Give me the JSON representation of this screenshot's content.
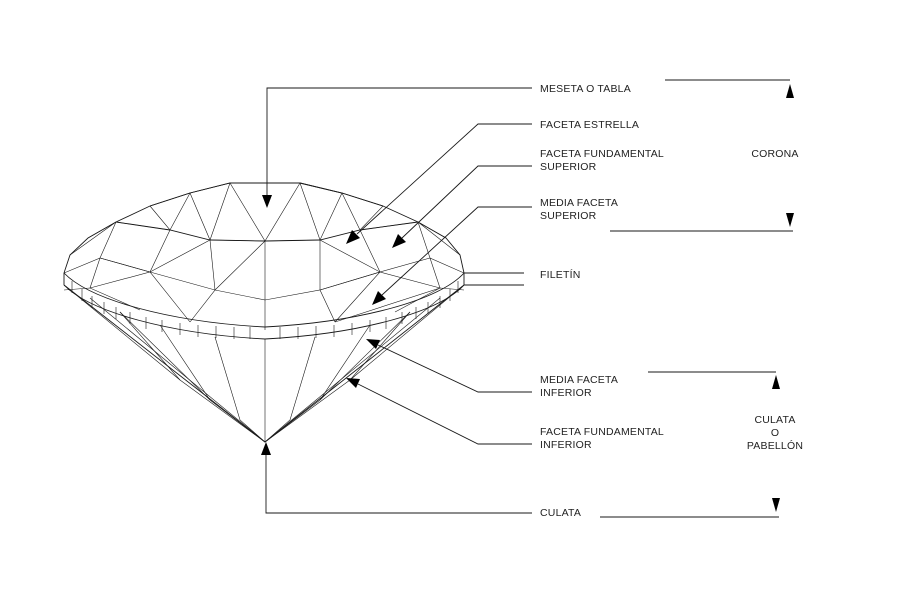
{
  "labels": {
    "table": "MESETA O TABLA",
    "star_facet": "FACETA ESTRELLA",
    "upper_main_facet": [
      "FACETA FUNDAMENTAL",
      "SUPERIOR"
    ],
    "upper_half_facet": [
      "MEDIA FACETA",
      "SUPERIOR"
    ],
    "girdle": "FILETÍN",
    "lower_half_facet": [
      "MEDIA FACETA",
      "INFERIOR"
    ],
    "lower_main_facet": [
      "FACETA FUNDAMENTAL",
      "INFERIOR"
    ],
    "culet": "CULATA"
  },
  "sections": {
    "crown": "CORONA",
    "pavilion": [
      "CULATA",
      "O",
      "PABELLÓN"
    ]
  },
  "colors": {
    "line": "#1a1a1a",
    "text": "#222222",
    "background": "#ffffff"
  }
}
